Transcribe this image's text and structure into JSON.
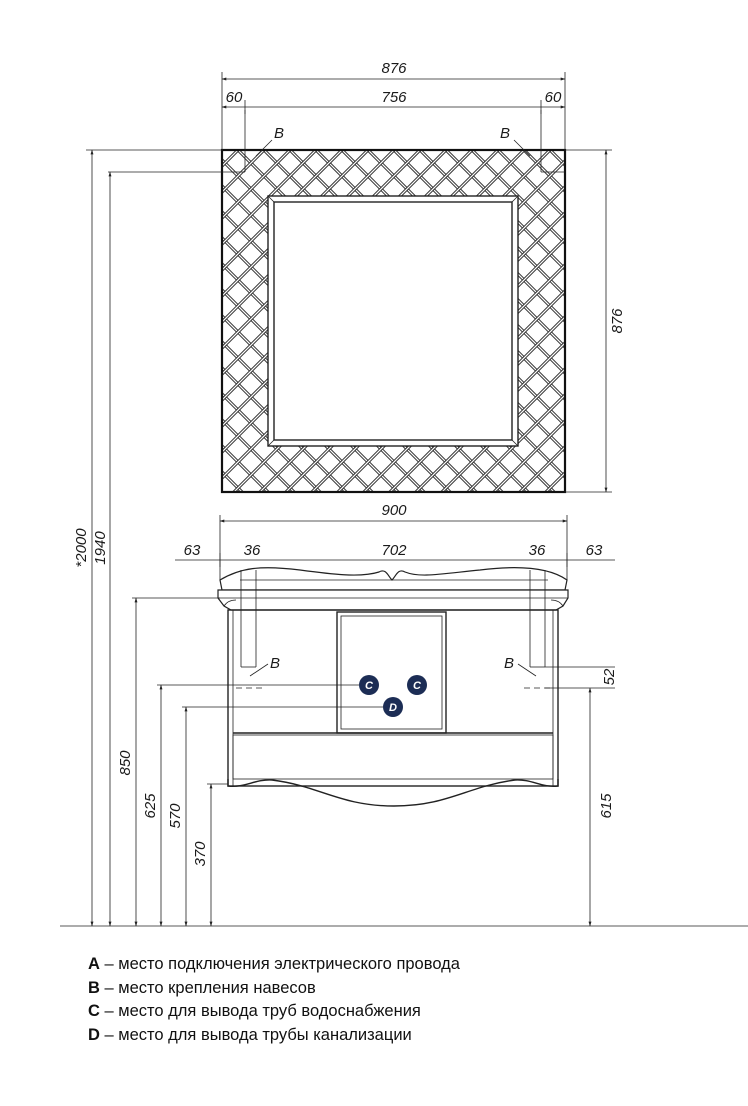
{
  "mirror": {
    "width_total": "876",
    "frame_left": "60",
    "opening": "756",
    "frame_right": "60",
    "height": "876",
    "mount_label_left": "B",
    "mount_label_right": "B"
  },
  "cabinet": {
    "width_total": "900",
    "dims_top": [
      "63",
      "36",
      "702",
      "36",
      "63"
    ],
    "mount_label_left": "B",
    "mount_label_right": "B",
    "water_label_1": "C",
    "water_label_2": "C",
    "drain_label": "D",
    "mount_drop": "52",
    "bottom_height_right": "615"
  },
  "vertical_dims": {
    "total": "*2000",
    "mirror_mount": "1940",
    "countertop": "850",
    "water": "625",
    "drain": "570",
    "base": "370"
  },
  "legend": [
    {
      "key": "A",
      "text": " – место подключения электрического провода"
    },
    {
      "key": "B",
      "text": " – место крепления навесов"
    },
    {
      "key": "C",
      "text": " – место для вывода труб водоснабжения"
    },
    {
      "key": "D",
      "text": " – место для вывода трубы канализации"
    }
  ],
  "colors": {
    "badge": "#1c2d55",
    "line": "#222222"
  }
}
